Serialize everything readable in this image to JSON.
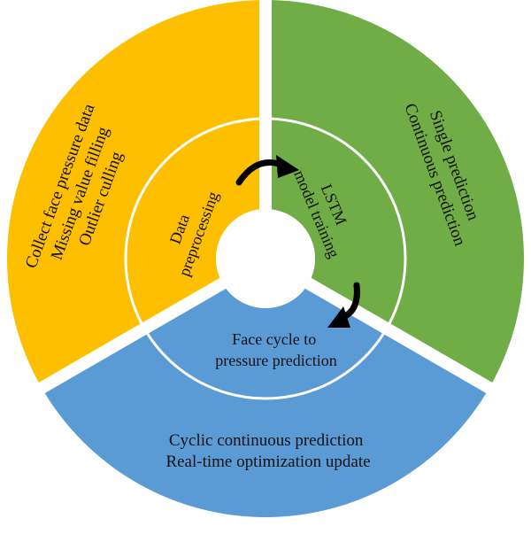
{
  "segments": [
    {
      "key": "preprocessing",
      "color": "#FDBF00",
      "inner_lines": [
        "Data",
        "preprocessing"
      ],
      "outer_lines": [
        "Collect face pressure data",
        "Missing value filling",
        "Outlier culling"
      ]
    },
    {
      "key": "training",
      "color": "#70AD47",
      "inner_lines": [
        "LSTM",
        "model training"
      ],
      "outer_lines": [
        "Single prediction",
        "Continuous prediction"
      ]
    },
    {
      "key": "prediction",
      "color": "#5B9BD5",
      "inner_lines": [
        "Face cycle to",
        "pressure prediction"
      ],
      "outer_lines": [
        "Cyclic continuous prediction",
        "Real-time optimization update"
      ]
    }
  ],
  "arrow_color": "#000000"
}
